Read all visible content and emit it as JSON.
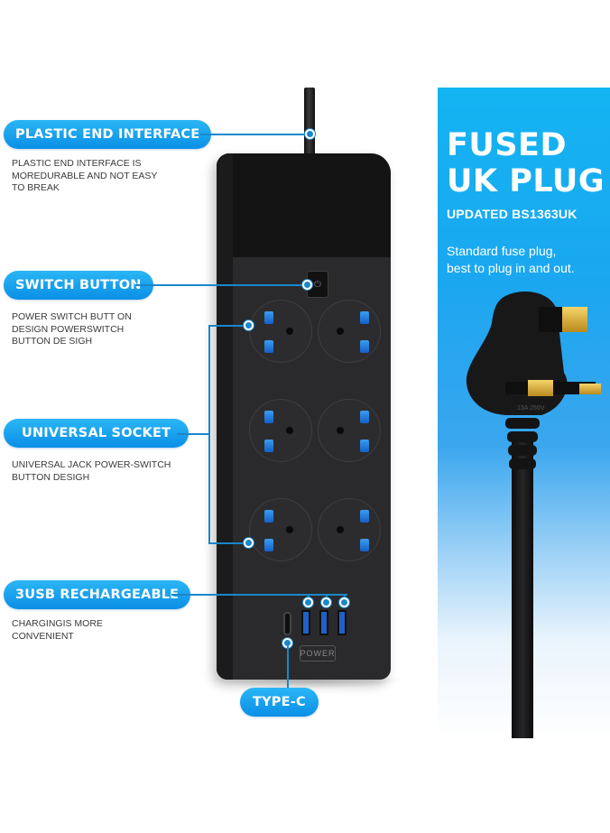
{
  "right_panel": {
    "title_line1": "FUSED",
    "title_line2": "UK PLUG",
    "subtitle": "UPDATED BS1363UK",
    "description_line1": "Standard fuse plug,",
    "description_line2": "best to plug in and out.",
    "background_color": "#14b4f2"
  },
  "callouts": [
    {
      "label": "PLASTIC END INTERFACE",
      "note_lines": [
        "PLASTIC END INTERFACE IS",
        "MOREDURABLE AND NOT EASY",
        "TO BREAK"
      ]
    },
    {
      "label": "SWITCH BUTTON",
      "note_lines": [
        "POWER SWITCH BUTT ON",
        "DESIGN POWERSWITCH",
        "BUTTON DE SIGH"
      ]
    },
    {
      "label": "UNIVERSAL SOCKET",
      "note_lines": [
        "UNIVERSAL JACK POWER-SWITCH",
        "BUTTON DESIGH"
      ]
    },
    {
      "label": "3USB RECHARGEABLE",
      "note_lines": [
        "CHARGINGIS MORE",
        "CONVENIENT"
      ]
    },
    {
      "label": "TYPE-C",
      "note_lines": []
    }
  ],
  "product": {
    "socket_count": 6,
    "usb_a_count": 3,
    "usb_c_count": 1,
    "switch_icon": "power-icon",
    "switch_symbol": "⏻",
    "power_badge": "POWER"
  },
  "colors": {
    "accent": "#0a8fe6",
    "callout_line": "#1a86cc",
    "strip_body": "#2a2a2c"
  }
}
